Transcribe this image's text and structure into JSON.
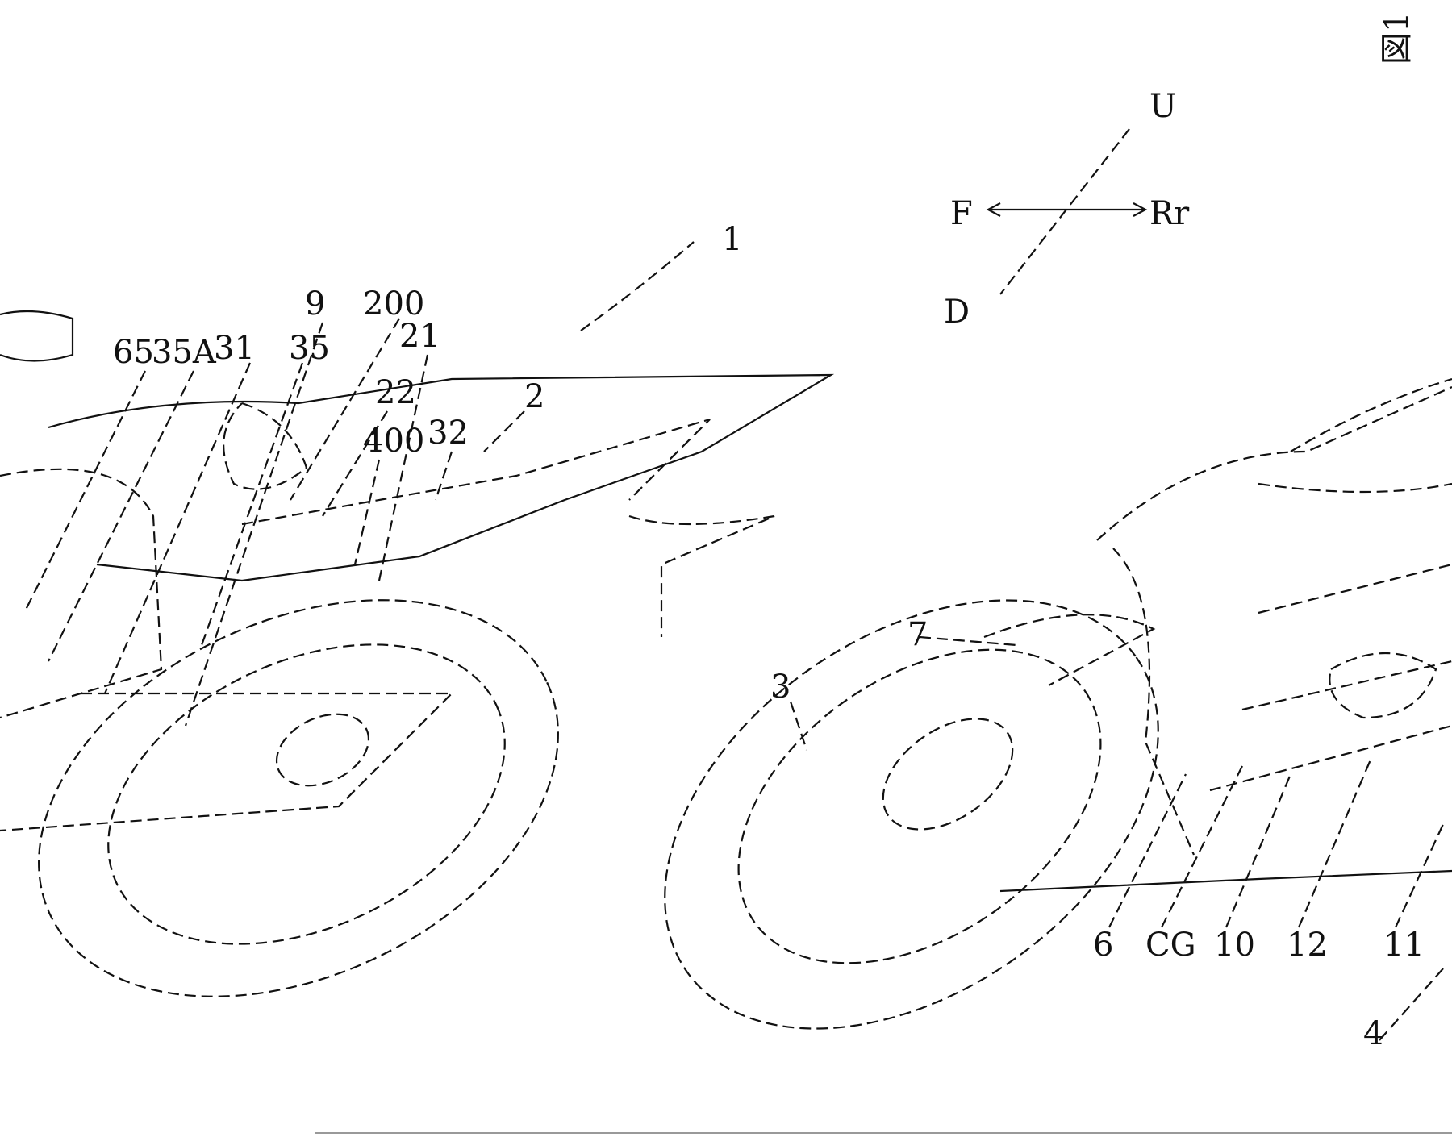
{
  "figure": {
    "title": "図1",
    "directions": {
      "up": "U",
      "down": "D",
      "front": "F",
      "rear": "Rr"
    },
    "reference_numerals": [
      {
        "id": "1",
        "text": "1"
      },
      {
        "id": "200",
        "text": "200"
      },
      {
        "id": "9",
        "text": "9"
      },
      {
        "id": "21",
        "text": "21"
      },
      {
        "id": "65",
        "text": "65"
      },
      {
        "id": "35A",
        "text": "35A"
      },
      {
        "id": "31",
        "text": "31"
      },
      {
        "id": "35",
        "text": "35"
      },
      {
        "id": "22",
        "text": "22"
      },
      {
        "id": "2",
        "text": "2"
      },
      {
        "id": "400",
        "text": "400"
      },
      {
        "id": "32",
        "text": "32"
      },
      {
        "id": "7",
        "text": "7"
      },
      {
        "id": "3",
        "text": "3"
      },
      {
        "id": "6",
        "text": "6"
      },
      {
        "id": "CG",
        "text": "CG"
      },
      {
        "id": "10",
        "text": "10"
      },
      {
        "id": "12",
        "text": "12"
      },
      {
        "id": "11",
        "text": "11"
      },
      {
        "id": "4",
        "text": "4"
      }
    ]
  }
}
